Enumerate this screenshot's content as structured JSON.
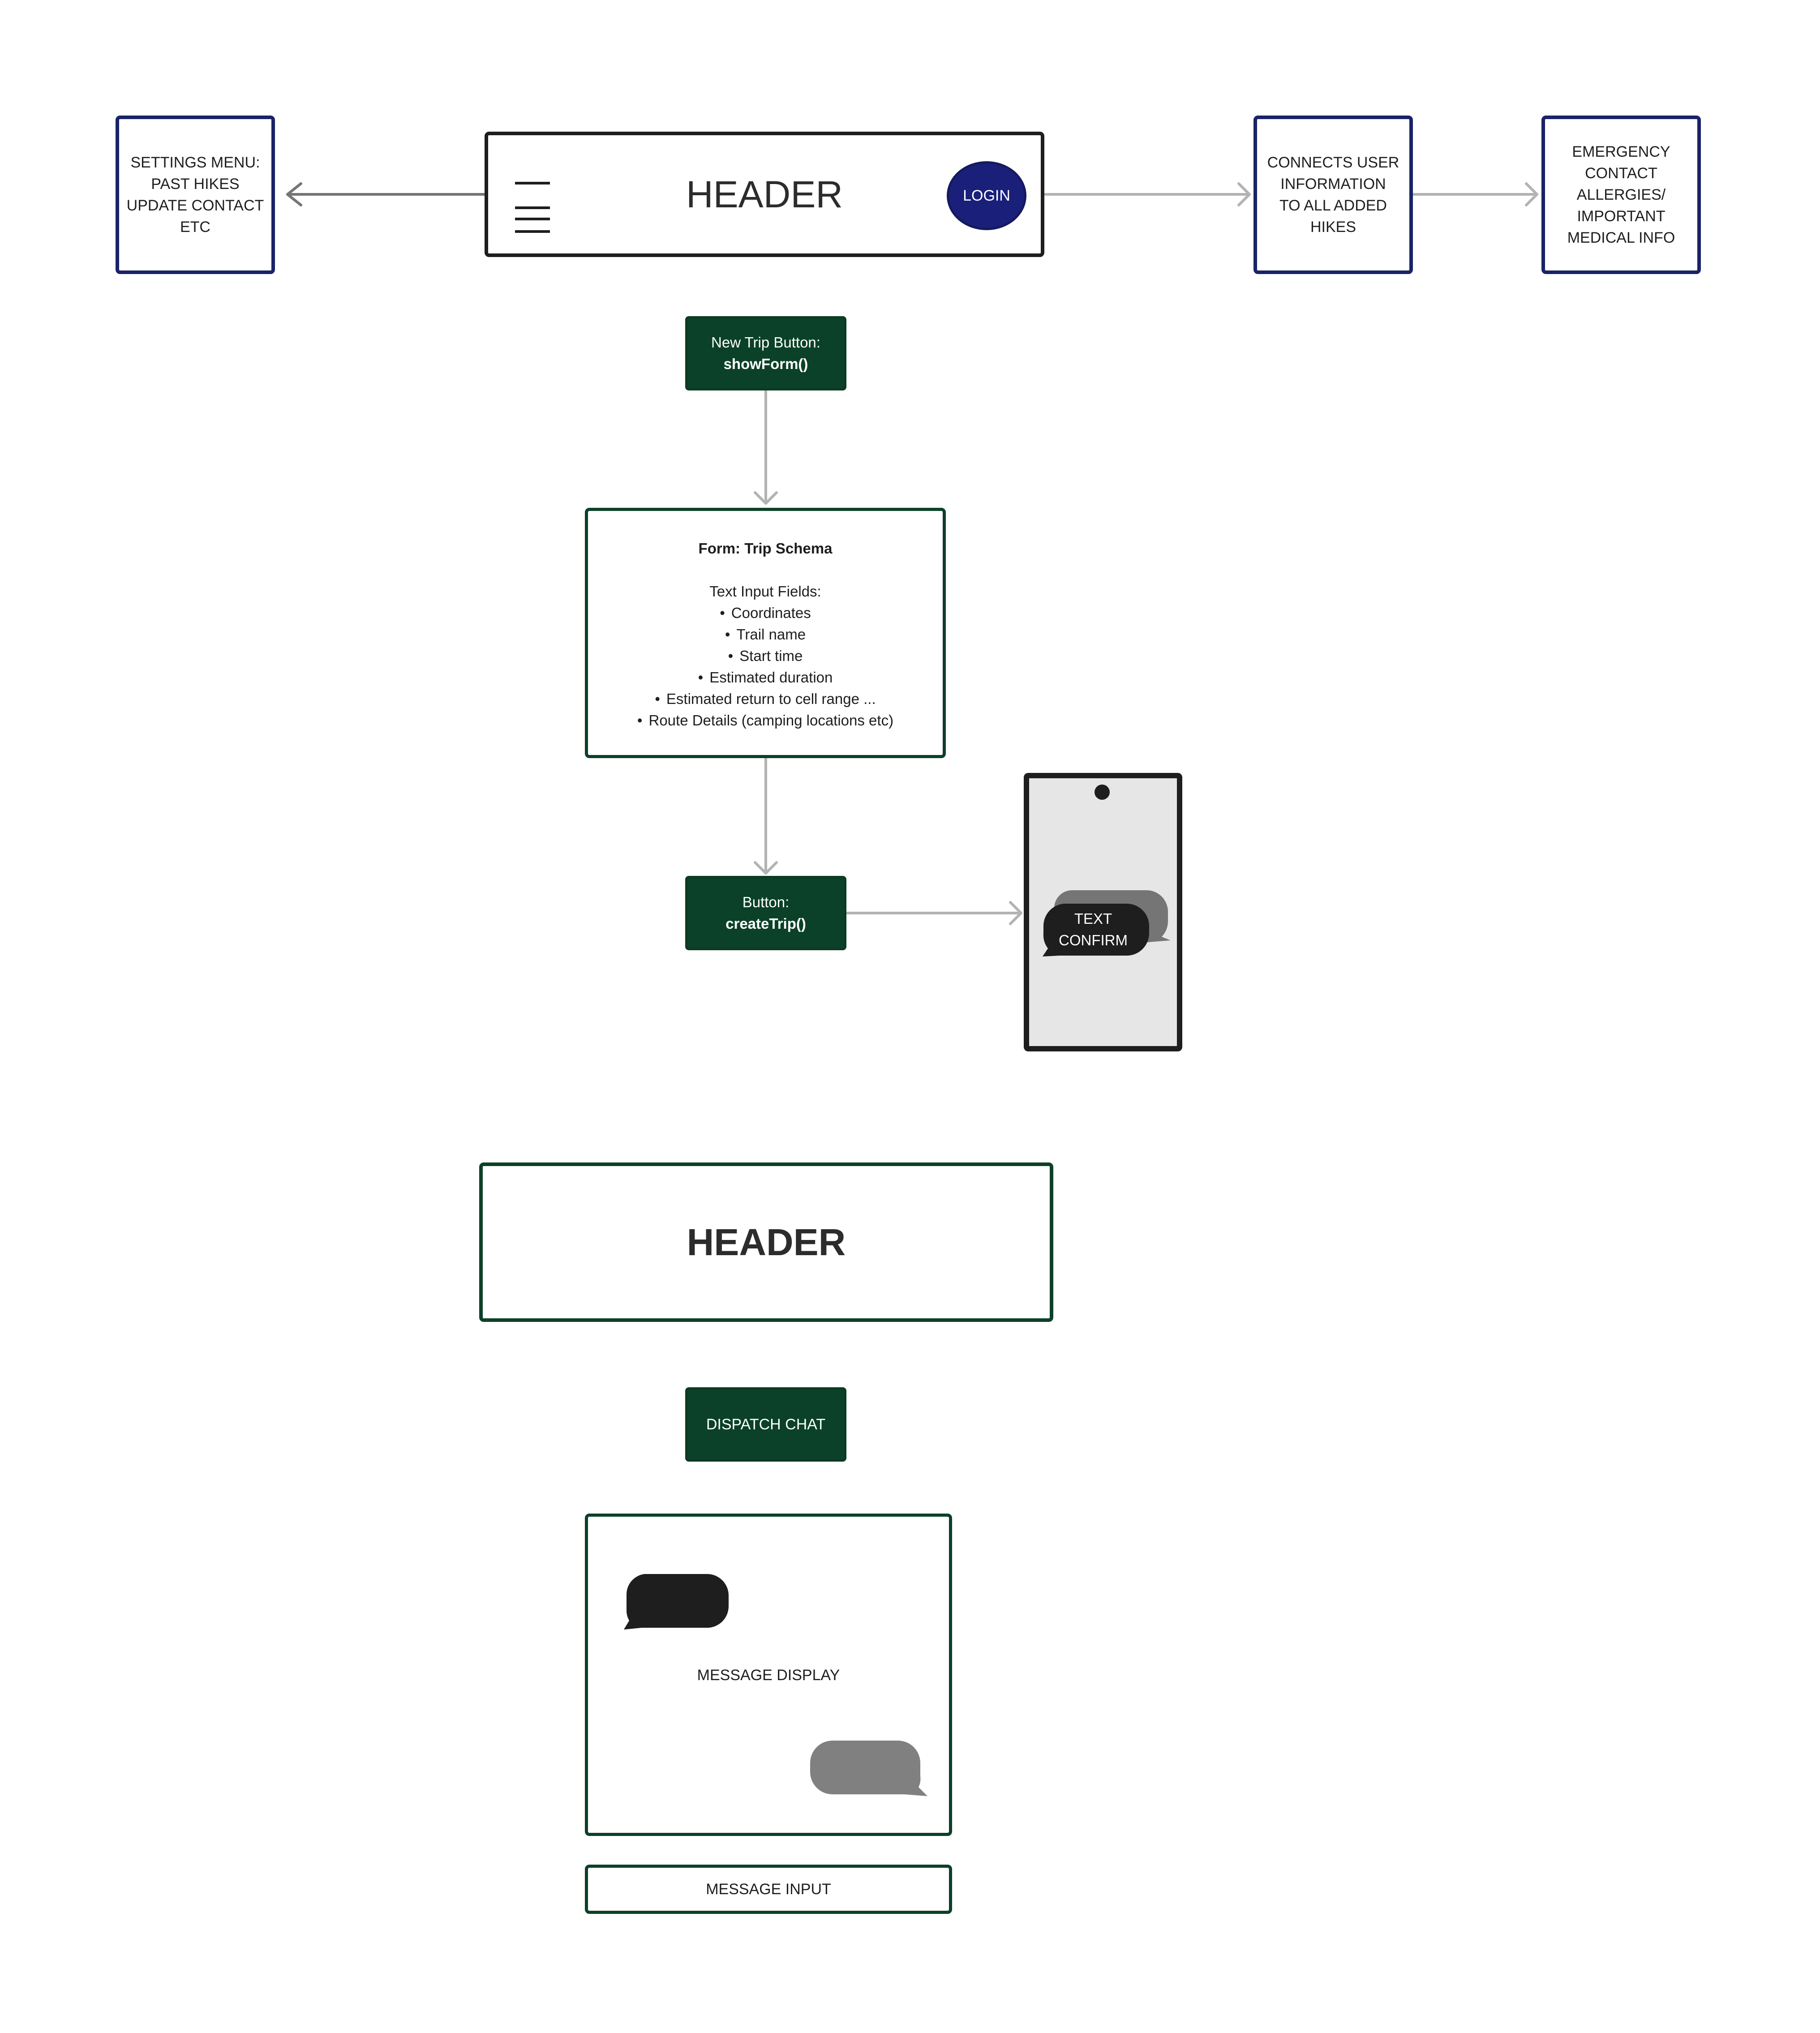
{
  "top_header": {
    "title": "HEADER",
    "login_label": "LOGIN"
  },
  "settings_box": {
    "lines": [
      "SETTINGS MENU:",
      "PAST HIKES",
      "UPDATE CONTACT",
      "ETC"
    ]
  },
  "connects_box": {
    "lines": [
      "CONNECTS USER",
      "INFORMATION",
      "TO ALL ADDED",
      "HIKES"
    ]
  },
  "emergency_box": {
    "lines": [
      "EMERGENCY",
      "CONTACT",
      "ALLERGIES/",
      "IMPORTANT",
      "MEDICAL INFO"
    ]
  },
  "new_trip_button": {
    "label": "New Trip Button:",
    "function": "showForm()"
  },
  "trip_form": {
    "title": "Form: Trip Schema",
    "subtitle": "Text Input Fields:",
    "fields": [
      "Coordinates",
      "Trail name",
      "Start time",
      "Estimated duration",
      "Estimated return to cell range ...",
      "Route Details (camping locations etc)"
    ]
  },
  "create_trip_button": {
    "label": "Button:",
    "function": "createTrip()"
  },
  "phone": {
    "bubble_line1": "TEXT",
    "bubble_line2": "CONFIRM"
  },
  "second_header": {
    "title": "HEADER"
  },
  "dispatch_chat_button": {
    "label": "DISPATCH CHAT"
  },
  "message_display": {
    "label": "MESSAGE DISPLAY"
  },
  "message_input": {
    "label": "MESSAGE INPUT"
  }
}
